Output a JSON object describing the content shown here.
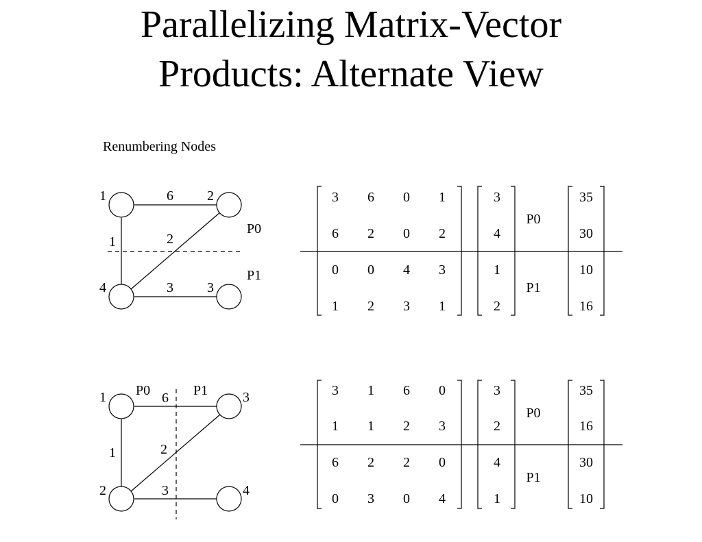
{
  "title": {
    "line1": "Parallelizing Matrix-Vector",
    "line2": "Products: Alternate View"
  },
  "subtitle": "Renumbering Nodes",
  "diagrams": [
    {
      "nodes": [
        {
          "label": "1"
        },
        {
          "label": "2"
        },
        {
          "label": "4"
        },
        {
          "label": "3"
        }
      ],
      "edges": [
        {
          "weight": "6"
        },
        {
          "weight": "1"
        },
        {
          "weight": "2"
        },
        {
          "weight": "3"
        }
      ],
      "partitions": [
        "P0",
        "P1"
      ]
    },
    {
      "nodes": [
        {
          "label": "1"
        },
        {
          "label": "3"
        },
        {
          "label": "2"
        },
        {
          "label": "4"
        }
      ],
      "edges": [
        {
          "weight": "6"
        },
        {
          "weight": "1"
        },
        {
          "weight": "2"
        },
        {
          "weight": "3"
        }
      ],
      "partitions": [
        "P0",
        "P1"
      ]
    }
  ],
  "equations": [
    {
      "matrix": [
        [
          "3",
          "6",
          "0",
          "1"
        ],
        [
          "6",
          "2",
          "0",
          "2"
        ],
        [
          "0",
          "0",
          "4",
          "3"
        ],
        [
          "1",
          "2",
          "3",
          "1"
        ]
      ],
      "vector": [
        "3",
        "4",
        "1",
        "2"
      ],
      "result": [
        "35",
        "30",
        "10",
        "16"
      ],
      "partitions": [
        "P0",
        "P1"
      ]
    },
    {
      "matrix": [
        [
          "3",
          "1",
          "6",
          "0"
        ],
        [
          "1",
          "1",
          "2",
          "3"
        ],
        [
          "6",
          "2",
          "2",
          "0"
        ],
        [
          "0",
          "3",
          "0",
          "4"
        ]
      ],
      "vector": [
        "3",
        "2",
        "4",
        "1"
      ],
      "result": [
        "35",
        "16",
        "30",
        "10"
      ],
      "partitions": [
        "P0",
        "P1"
      ]
    }
  ]
}
